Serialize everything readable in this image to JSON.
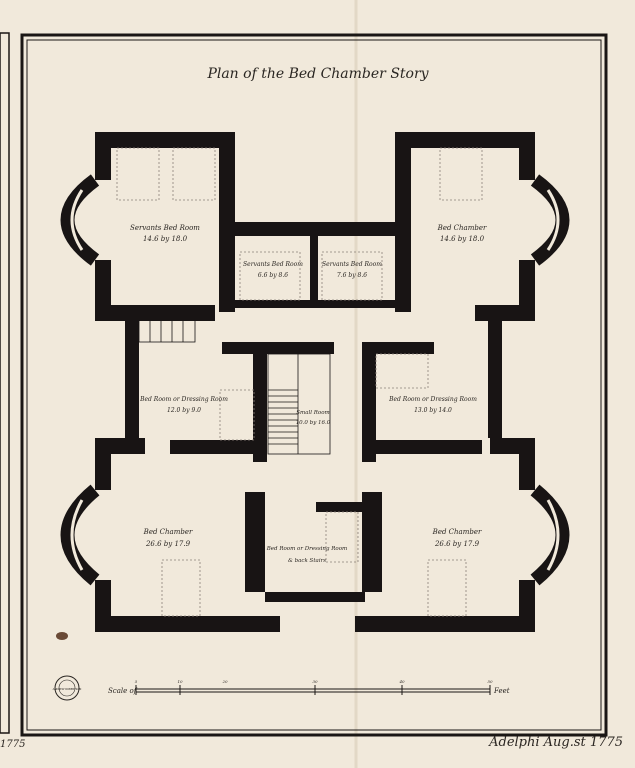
{
  "title": "Plan of the Bed Chamber Story",
  "rooms": {
    "servants_bed_room_nw": {
      "name": "Servants Bed Room",
      "dims": "14.6 by 18.0"
    },
    "bed_chamber_ne": {
      "name": "Bed Chamber",
      "dims": "14.6 by 18.0"
    },
    "servants_bed_room_1": {
      "name": "Servants Bed Room",
      "dims": "6.6 by 8.6"
    },
    "servants_bed_room_2": {
      "name": "Servants Bed Room",
      "dims": "7.6 by 8.6"
    },
    "dressing_room_w": {
      "name": "Bed Room or Dressing Room",
      "dims": "12.0 by 9.0"
    },
    "dressing_room_e": {
      "name": "Bed Room or Dressing Room",
      "dims": "13.0 by 14.0"
    },
    "small_room": {
      "name": "Small Room",
      "dims": "10.0 by 16.0"
    },
    "bed_chamber_sw": {
      "name": "Bed Chamber",
      "dims": "26.6 by 17.9"
    },
    "bed_chamber_se": {
      "name": "Bed Chamber",
      "dims": "26.6 by 17.9"
    },
    "bed_room_centre": {
      "name": "Bed Room or Dressing Room",
      "extra": "& back Stairs"
    }
  },
  "scale": {
    "left_label": "Scale of",
    "right_label": "Feet",
    "ticks": [
      "5",
      "10",
      "20",
      "30",
      "40",
      "50"
    ]
  },
  "stamp_text": "ANDREW ROBERTSON",
  "signature": "Adelphi Aug.st 1775",
  "margin_note": "1775",
  "colors": {
    "paper": "#f3ecdf",
    "ink": "#1a1614",
    "wall": "#181414"
  }
}
